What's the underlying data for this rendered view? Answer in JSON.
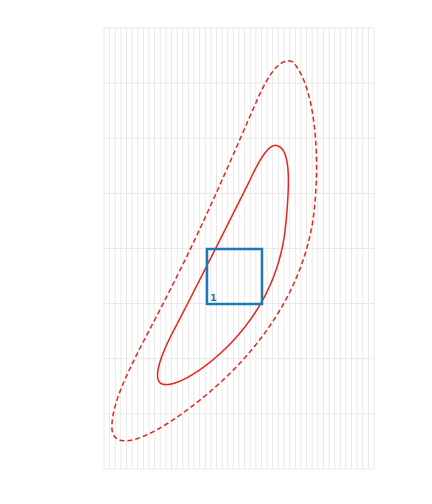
{
  "diagram": {
    "grid": {
      "shown": true,
      "line_color": "#e3e3e3",
      "columns": 48,
      "rows": 8
    },
    "contours": [
      {
        "name": "outer-contour",
        "stroke": "#e8231d",
        "style": "dashed"
      },
      {
        "name": "inner-contour",
        "stroke": "#e8231d",
        "style": "solid"
      }
    ],
    "box": {
      "label": "1",
      "stroke": "#1f77b4"
    }
  }
}
